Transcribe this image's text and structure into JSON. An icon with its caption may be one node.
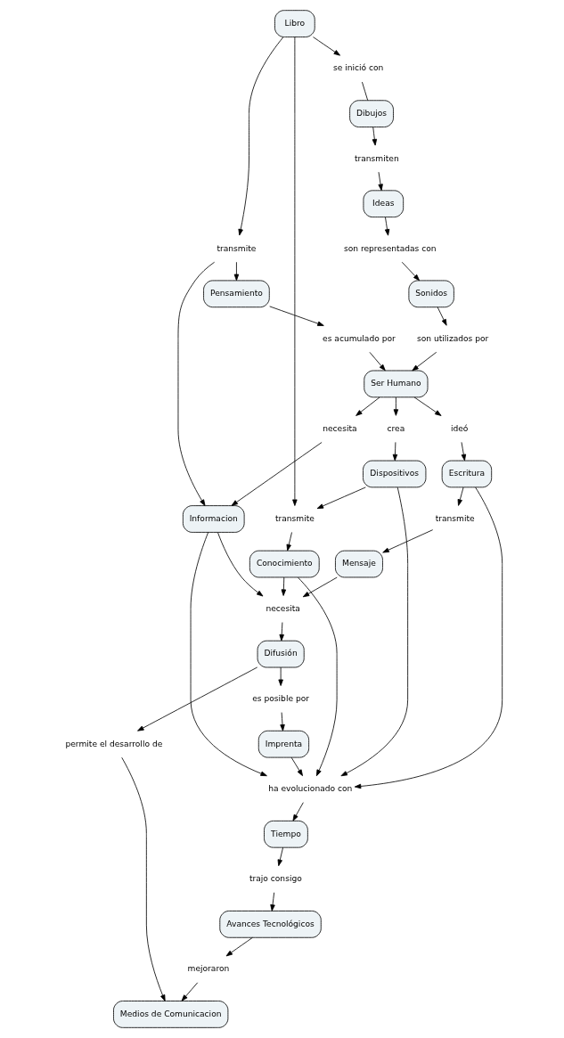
{
  "diagram": {
    "nodes": [
      {
        "text": [
          "Libro"
        ]
      },
      {
        "text": [
          "se inició con"
        ]
      },
      {
        "text": [
          "Dibujos"
        ]
      },
      {
        "text": [
          "transmiten"
        ]
      },
      {
        "text": [
          "transmite"
        ]
      },
      {
        "text": [
          "Ideas"
        ]
      },
      {
        "text": [
          "son representadas con"
        ]
      },
      {
        "text": [
          "Pensamiento"
        ]
      },
      {
        "text": [
          "Sonidos"
        ]
      },
      {
        "text": [
          "es acumulado por"
        ]
      },
      {
        "text": [
          "son utilizados por"
        ]
      },
      {
        "text": [
          "crea"
        ]
      },
      {
        "text": [
          "Ser Humano"
        ]
      },
      {
        "text": [
          "Dispositivos"
        ]
      },
      {
        "text": [
          "transmite"
        ]
      },
      {
        "text": [
          "necesita"
        ]
      },
      {
        "text": [
          "ideó"
        ]
      },
      {
        "text": [
          "Conocimiento"
        ]
      },
      {
        "text": [
          "ha evolucionado con"
        ]
      },
      {
        "text": [
          "Informacion"
        ]
      },
      {
        "text": [
          "Escritura"
        ]
      },
      {
        "text": [
          "transmite"
        ]
      },
      {
        "text": [
          "Tiempo"
        ]
      },
      {
        "text": [
          "Mensaje"
        ]
      },
      {
        "text": [
          "trajo consigo"
        ]
      },
      {
        "text": [
          "necesita"
        ]
      },
      {
        "text": [
          "Imprenta"
        ]
      },
      {
        "text": [
          "es posible por"
        ]
      },
      {
        "text": [
          "Difusión"
        ]
      },
      {
        "text": [
          "Avances Tecnológicos"
        ]
      },
      {
        "text": [
          "permite el desarrollo de"
        ]
      },
      {
        "text": [
          "mejoraron"
        ]
      },
      {
        "text": [
          "Medios de Comunicacion"
        ]
      }
    ],
    "edges": [
      {
        "from": 0,
        "to": 1,
        "arrow": "to"
      },
      {
        "from": 1,
        "to": 2,
        "arrow": "none"
      },
      {
        "from": 2,
        "to": 3,
        "arrow": "to"
      },
      {
        "from": 3,
        "to": 5,
        "arrow": "to"
      },
      {
        "from": 5,
        "to": 6,
        "arrow": "to"
      },
      {
        "from": 6,
        "to": 8,
        "arrow": "to"
      },
      {
        "from": 8,
        "to": 10,
        "arrow": "to"
      },
      {
        "from": 10,
        "to": 12,
        "arrow": "to"
      },
      {
        "from": 0,
        "to": 4,
        "arrow": "to"
      },
      {
        "from": 4,
        "to": 7,
        "arrow": "to"
      },
      {
        "from": 4,
        "to": 19,
        "arrow": "to"
      },
      {
        "from": 7,
        "to": 9,
        "arrow": "to"
      },
      {
        "from": 9,
        "to": 12,
        "arrow": "to"
      },
      {
        "from": 12,
        "to": 11,
        "arrow": "to"
      },
      {
        "from": 11,
        "to": 13,
        "arrow": "to"
      },
      {
        "from": 0,
        "to": 14,
        "arrow": "to"
      },
      {
        "from": 13,
        "to": 14,
        "arrow": "to"
      },
      {
        "from": 14,
        "to": 17,
        "arrow": "to"
      },
      {
        "from": 13,
        "to": 18,
        "arrow": "to"
      },
      {
        "from": 12,
        "to": 16,
        "arrow": "to"
      },
      {
        "from": 16,
        "to": 20,
        "arrow": "to"
      },
      {
        "from": 12,
        "to": 15,
        "arrow": "to"
      },
      {
        "from": 15,
        "to": 19,
        "arrow": "to"
      },
      {
        "from": 17,
        "to": 18,
        "arrow": "to"
      },
      {
        "from": 19,
        "to": 18,
        "arrow": "to"
      },
      {
        "from": 20,
        "to": 18,
        "arrow": "to"
      },
      {
        "from": 26,
        "to": 18,
        "arrow": "to"
      },
      {
        "from": 18,
        "to": 22,
        "arrow": "to"
      },
      {
        "from": 20,
        "to": 21,
        "arrow": "to"
      },
      {
        "from": 21,
        "to": 23,
        "arrow": "to"
      },
      {
        "from": 17,
        "to": 25,
        "arrow": "to"
      },
      {
        "from": 23,
        "to": 25,
        "arrow": "to"
      },
      {
        "from": 19,
        "to": 25,
        "arrow": "to"
      },
      {
        "from": 25,
        "to": 28,
        "arrow": "to"
      },
      {
        "from": 28,
        "to": 27,
        "arrow": "to"
      },
      {
        "from": 27,
        "to": 26,
        "arrow": "to"
      },
      {
        "from": 28,
        "to": 30,
        "arrow": "to"
      },
      {
        "from": 30,
        "to": 32,
        "arrow": "to"
      },
      {
        "from": 22,
        "to": 24,
        "arrow": "to"
      },
      {
        "from": 24,
        "to": 29,
        "arrow": "to"
      },
      {
        "from": 29,
        "to": 31,
        "arrow": "to"
      },
      {
        "from": 31,
        "to": 32,
        "arrow": "to"
      }
    ]
  }
}
